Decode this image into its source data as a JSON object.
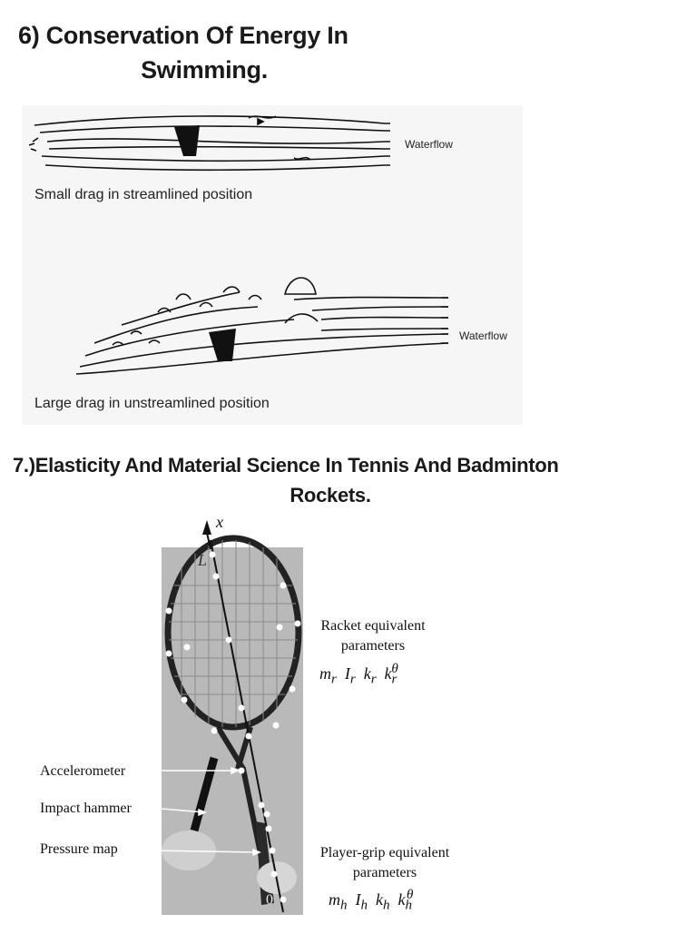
{
  "section6": {
    "title_line1": "6) Conservation Of Energy In",
    "title_line2": "Swimming.",
    "figure": {
      "top": {
        "caption": "Small drag in streamlined position",
        "flow_label": "Waterflow"
      },
      "bottom": {
        "caption": "Large drag in unstreamlined position",
        "flow_label": "Waterflow"
      }
    }
  },
  "section7": {
    "title_line1": "7.)Elasticity And Material Science In Tennis And Badminton",
    "title_line2": "Rockets.",
    "figure": {
      "axis_label": "x",
      "top_point_label": "L",
      "origin_label": "0",
      "labels": {
        "accelerometer": "Accelerometer",
        "impact_hammer": "Impact hammer",
        "pressure_map": "Pressure map"
      },
      "racket_params": {
        "line1": "Racket equivalent",
        "line2": "parameters",
        "symbols": "m_r  I_r  k_r  k_r^θ"
      },
      "grip_params": {
        "line1": "Player-grip equivalent",
        "line2": "parameters",
        "symbols": "m_h  I_h  k_h  k_h^θ"
      }
    }
  }
}
